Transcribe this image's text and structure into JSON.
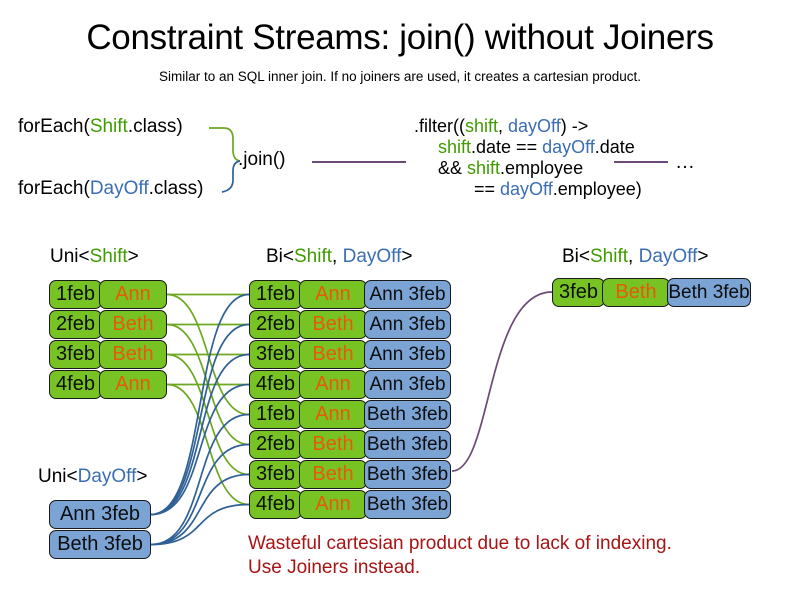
{
  "header": {
    "title": "Constraint Streams: join() without Joiners",
    "subtitle": "Similar to an SQL inner join. If no joiners are used, it creates a cartesian product."
  },
  "code": {
    "forEachShift": {
      "prefix": "forEach(",
      "type": "Shift",
      "suffix": ".class)"
    },
    "forEachDayOff": {
      "prefix": "forEach(",
      "type": "DayOff",
      "suffix": ".class)"
    },
    "join": ".join()",
    "filter": {
      "line1_a": ".filter((",
      "line1_shift": "shift",
      "line1_comma": ", ",
      "line1_dayoff": "dayOff",
      "line1_b": ") ->",
      "line2_shift": "shift",
      "line2_mid": ".date == ",
      "line2_dayoff": "dayOff",
      "line2_end": ".date",
      "line3_and": "&& ",
      "line3_shift": "shift",
      "line3_end": ".employee",
      "line4_eq": "== ",
      "line4_dayoff": "dayOff",
      "line4_end": ".employee)"
    },
    "ellipsis": "…"
  },
  "captions": {
    "uni_shift": {
      "prefix": "Uni<",
      "type": "Shift",
      "suffix": ">"
    },
    "bi_middle": {
      "prefix": "Bi<",
      "type1": "Shift",
      "comma": ", ",
      "type2": "DayOff",
      "suffix": ">"
    },
    "bi_right": {
      "prefix": "Bi<",
      "type1": "Shift",
      "comma": ", ",
      "type2": "DayOff",
      "suffix": ">"
    },
    "uni_dayoff": {
      "prefix": "Uni<",
      "type": "DayOff",
      "suffix": ">"
    }
  },
  "shift_stream": [
    {
      "date": "1feb",
      "name": "Ann"
    },
    {
      "date": "2feb",
      "name": "Beth"
    },
    {
      "date": "3feb",
      "name": "Beth"
    },
    {
      "date": "4feb",
      "name": "Ann"
    }
  ],
  "dayoff_stream": [
    {
      "label": "Ann 3feb"
    },
    {
      "label": "Beth 3feb"
    }
  ],
  "cartesian_product": [
    {
      "date": "1feb",
      "name": "Ann",
      "dayoff": "Ann 3feb"
    },
    {
      "date": "2feb",
      "name": "Beth",
      "dayoff": "Ann 3feb"
    },
    {
      "date": "3feb",
      "name": "Beth",
      "dayoff": "Ann 3feb"
    },
    {
      "date": "4feb",
      "name": "Ann",
      "dayoff": "Ann 3feb"
    },
    {
      "date": "1feb",
      "name": "Ann",
      "dayoff": "Beth 3feb"
    },
    {
      "date": "2feb",
      "name": "Beth",
      "dayoff": "Beth 3feb"
    },
    {
      "date": "3feb",
      "name": "Beth",
      "dayoff": "Beth 3feb"
    },
    {
      "date": "4feb",
      "name": "Ann",
      "dayoff": "Beth 3feb"
    }
  ],
  "filtered_result": [
    {
      "date": "3feb",
      "name": "Beth",
      "dayoff": "Beth 3feb"
    }
  ],
  "warning": {
    "line1": "Wasteful cartesian product due to lack of indexing.",
    "line2": "Use Joiners instead."
  },
  "colors": {
    "shift_green": "#76c323",
    "dayoff_blue": "#7ba3d4",
    "name_orange": "#e8590c",
    "type_green": "#3f9c00",
    "type_blue": "#3b6eb4",
    "warning_red": "#a81414",
    "wire_green": "#6ba81f",
    "wire_blue": "#2f6096",
    "wire_purple": "#6b4a78"
  }
}
